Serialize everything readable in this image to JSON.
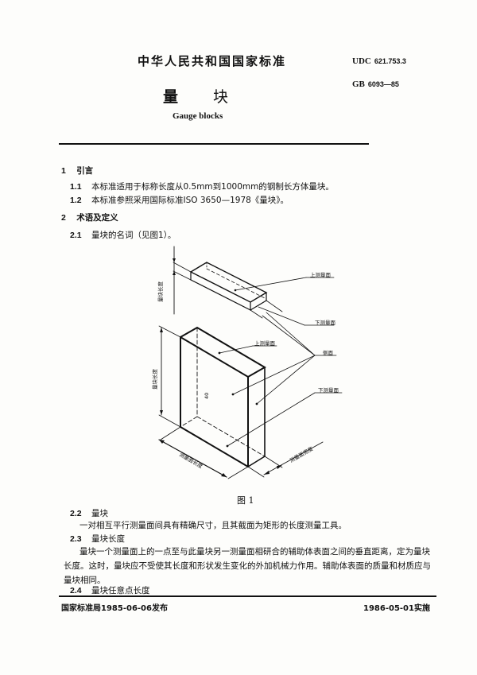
{
  "header": {
    "standard_title": "中华人民共和国国家标准",
    "udc_label": "UDC",
    "udc_number": "621.753.3",
    "gb_label": "GB",
    "gb_number": "6093—85",
    "title_char1": "量",
    "title_char2": "块",
    "english_title": "Gauge blocks"
  },
  "sections": [
    {
      "number": "1",
      "title": "引言"
    },
    {
      "number": "1.1",
      "text": "本标准适用于标称长度从0.5mm到1000mm的钢制长方体量块。"
    },
    {
      "number": "1.2",
      "text": "本标准参照采用国际标准ISO 3650—1978《量块》。"
    },
    {
      "number": "2",
      "title": "术语及定义"
    },
    {
      "number": "2.1",
      "text": "量块的名词（见图1）。"
    },
    {
      "number": "2.2",
      "title": "量块"
    },
    {
      "number": "2.3",
      "title": "量块长度"
    },
    {
      "number": "2.4",
      "title": "量块任意点长度"
    }
  ],
  "paragraphs": {
    "p_2_2": "一对相互平行测量面间具有精确尺寸，且其截面为矩形的长度测量工具。",
    "p_2_3_line1": "量块一个测量面上的一点至与此量块另一测量面相研合的辅助体表面之间的垂直距离，定为量块",
    "p_2_3_line2": "长度。这时，量块应不受使其长度和形状发生变化的外加机械力作用。辅助体表面的质量和材质应与",
    "p_2_3_line3": "量块相同。"
  },
  "figure": {
    "caption": "图 1",
    "labels": {
      "upper_face_small": "上测量面",
      "lower_face_small": "下测量面",
      "side_face": "侧面",
      "upper_face_large": "上测量面",
      "lower_face_large": "下测量面",
      "block_length_small": "量块长度",
      "block_length_large": "量块长度",
      "face_length": "测量面长度",
      "face_width": "测量面宽度",
      "inner_number": "40"
    }
  },
  "footer": {
    "issued": "国家标准局1985-06-06发布",
    "effective": "1986-05-01实施"
  }
}
